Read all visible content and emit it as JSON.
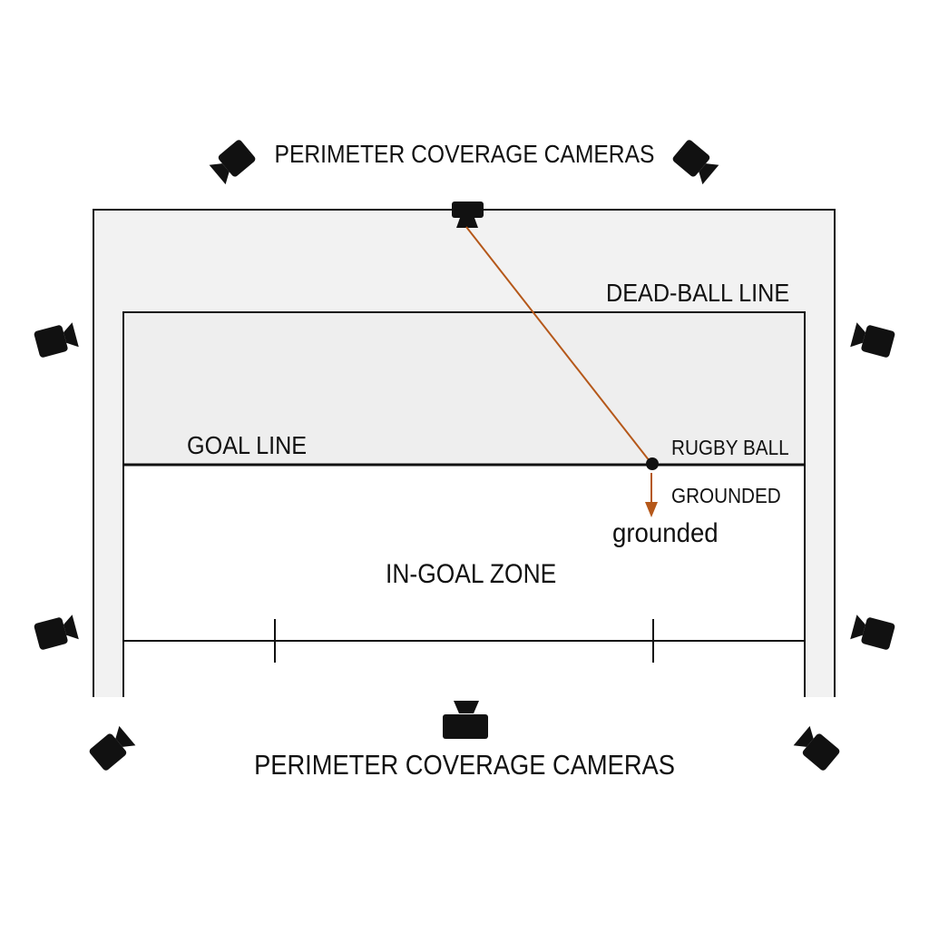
{
  "labels": {
    "perimeter_top": "PERIMETER COVERAGE CAMERAS",
    "perimeter_bottom": "PERIMETER COVERAGE CAMERAS",
    "dead_ball_line": "DEAD-BALL LINE",
    "goal_line": "GOAL LINE",
    "rugby_ball": "RUGBY BALL",
    "grounded_caps": "GROUNDED",
    "grounded": "grounded",
    "in_goal_zone": "IN-GOAL ZONE"
  },
  "colors": {
    "line": "#111111",
    "field_fill": "#f2f2f2",
    "trajectory": "#b5581a"
  },
  "icons": [
    "camera-icon",
    "rugby-ball-icon",
    "arrow-down-icon"
  ]
}
